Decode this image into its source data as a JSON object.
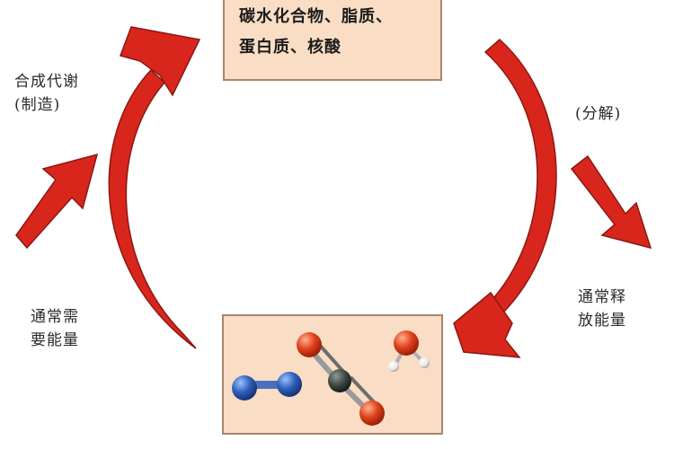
{
  "top_box": {
    "line1": "碳水化合物、脂质、",
    "line2": "蛋白质、核酸"
  },
  "left_labels": {
    "synthesis_line1": "合成代谢",
    "synthesis_line2": "(制造)",
    "energy_line1": "通常需",
    "energy_line2": "要能量"
  },
  "right_labels": {
    "decomposition": "(分解)",
    "energy_line1": "通常释",
    "energy_line2": "放能量"
  },
  "colors": {
    "arrow_red": "#d9261c",
    "arrow_outline": "#8a1812",
    "box_fill": "#f9ddc4",
    "box_border": "#a9856a",
    "oxygen_atom": "#e0401c",
    "carbon_atom": "#3c4440",
    "nitrogen_atom": "#2f5fb8",
    "hydrogen_atom": "#f4f4f4"
  },
  "molecules": [
    "nitrogen-molecule",
    "carbon-dioxide-molecule",
    "water-molecule"
  ]
}
